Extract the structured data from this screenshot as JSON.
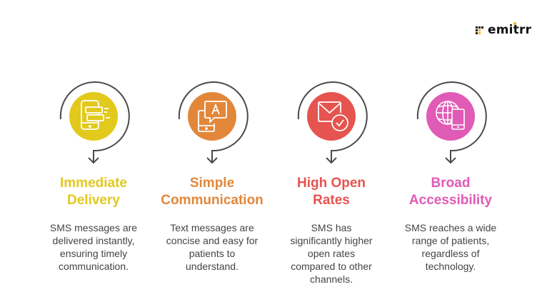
{
  "brand": {
    "name": "emitrr",
    "accent": "#f2b705"
  },
  "items": [
    {
      "title_line1": "Immediate",
      "title_line2": "Delivery",
      "color": "#e2c91c",
      "icon": "phone-chat-icon",
      "desc": [
        "SMS messages are",
        "delivered instantly,",
        "ensuring timely",
        "communication."
      ]
    },
    {
      "title_line1": "Simple",
      "title_line2": "Communication",
      "color": "#e2873a",
      "icon": "phone-speech-bubble-icon",
      "desc": [
        "Text messages are",
        "concise and easy for",
        "patients to",
        "understand."
      ]
    },
    {
      "title_line1": "High Open",
      "title_line2": "Rates",
      "color": "#e5544f",
      "icon": "envelope-check-icon",
      "desc": [
        "SMS has",
        "significantly higher",
        "open rates",
        "compared to other",
        "channels."
      ]
    },
    {
      "title_line1": "Broad",
      "title_line2": "Accessibility",
      "color": "#e05bb5",
      "icon": "globe-phone-icon",
      "desc": [
        "SMS reaches a wide",
        "range of patients,",
        "regardless of",
        "technology."
      ]
    }
  ]
}
